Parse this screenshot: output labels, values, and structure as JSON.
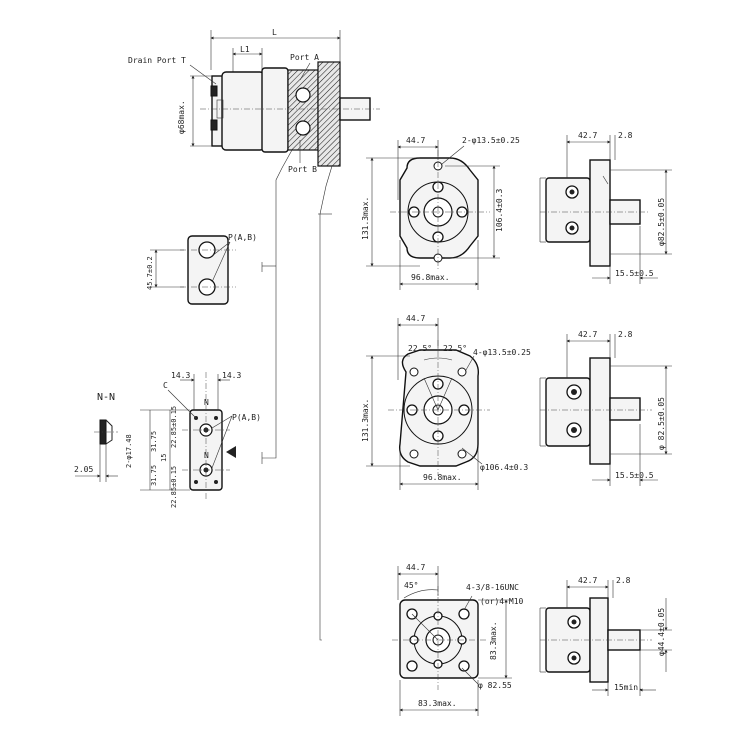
{
  "side_view": {
    "dim_L": "L",
    "dim_L1": "L1",
    "drain_port": "Drain Port T",
    "port_a": "Port A",
    "port_b": "Port B",
    "dia_max": "φ68max."
  },
  "port_detail": {
    "spacing": "45.7±0.2",
    "port_label": "P(A,B)"
  },
  "section_nn": {
    "title": "N-N",
    "dim_14_3_left": "14.3",
    "dim_14_3_right": "14.3",
    "label_c": "C",
    "label_n_top": "N",
    "label_n_bottom": "N",
    "port_label": "P(A,B)",
    "dim_22_85_a": "22.85±0.15",
    "dim_31_75_a": "31.75",
    "dim_31_75_b": "31.75",
    "dim_15": "15",
    "dim_22_85_b": "22.85±0.15",
    "dim_bolt": "2-φ17.48",
    "dim_2_05": "2.05"
  },
  "flange1": {
    "dim_44_7": "44.7",
    "holes": "2-φ13.5±0.25",
    "height": "131.3max.",
    "bolt_spacing": "106.4±0.3",
    "width": "96.8max.",
    "side_42_7": "42.7",
    "side_2_8": "2.8",
    "pilot": "φ82.5±0.05",
    "shaft_len": "15.5±0.5"
  },
  "flange2": {
    "dim_44_7": "44.7",
    "angle_a": "22.5°",
    "angle_b": "22.5°",
    "holes": "4-φ13.5±0.25",
    "height": "131.3max.",
    "bolt_circle": "φ106.4±0.3",
    "width": "96.8max.",
    "side_42_7": "42.7",
    "side_2_8": "2.8",
    "pilot": "φ 82.5±0.05",
    "shaft_len": "15.5±0.5"
  },
  "flange3": {
    "dim_44_7": "44.7",
    "angle": "45°",
    "threads": "4-3/8-16UNC",
    "threads_alt": "(or)4-M10",
    "height": "83.3max.",
    "bolt_circle": "φ 82.55",
    "width": "83.3max.",
    "side_42_7": "42.7",
    "side_2_8": "2.8",
    "pilot": "φ44.4±0.05",
    "shaft_len": "15min."
  }
}
